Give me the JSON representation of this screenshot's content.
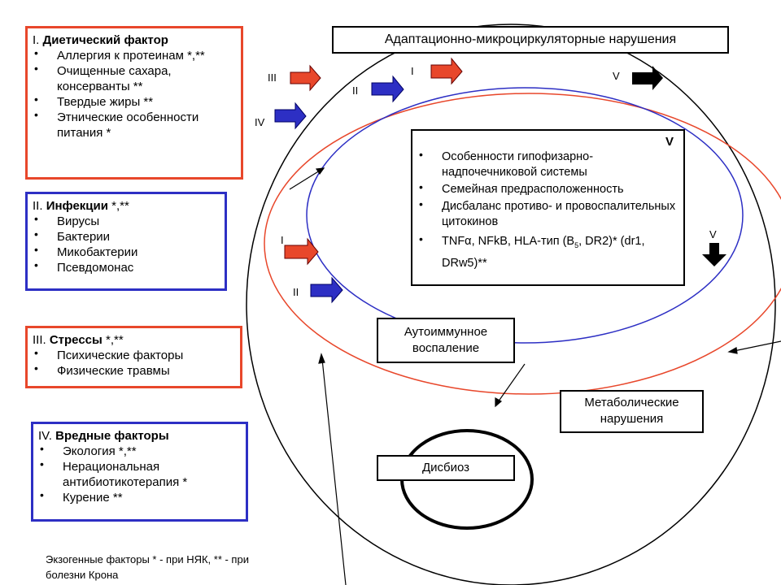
{
  "factors": [
    {
      "num": "I.",
      "title": "Диетический фактор",
      "suffix": "",
      "items": [
        "Аллергия к протеинам *,**",
        "Очищенные сахара, консерванты **",
        "Твердые жиры **",
        "Этнические особенности питания *"
      ]
    },
    {
      "num": "II.",
      "title": "Инфекции",
      "suffix": " *,**",
      "items": [
        "Вирусы",
        "Бактерии",
        "Микобактерии",
        "Псевдомонас"
      ]
    },
    {
      "num": "III.",
      "title": "Стрессы",
      "suffix": " *,**",
      "items": [
        "Психические факторы",
        "Физические травмы"
      ]
    },
    {
      "num": "IV.",
      "title": "Вредные факторы",
      "suffix": "",
      "items": [
        "Экология *,**",
        "Нерациональная антибиотикотерапия *",
        "Курение **"
      ]
    }
  ],
  "top_title": "Адаптационно-микроциркуляторные нарушения",
  "internal": {
    "num": "V",
    "items": [
      "Особенности гипофизарно-надпочечниковой системы",
      "Семейная предрасположенность",
      "Дисбаланс противо- и провоспалительных цитокинов"
    ],
    "last_item_pre": "TNFα, NFkB, HLA-тип (B",
    "last_item_sub": "5",
    "last_item_post": ", DR2)* (dr1, DRw5)**"
  },
  "nodes": {
    "autoimmune": "Аутоиммунное воспаление",
    "metabolic": "Метаболические нарушения",
    "dysbiosis": "Дисбиоз"
  },
  "arrow_labels": {
    "a1": "III",
    "a2": "II",
    "a3": "IV",
    "a4": "I",
    "a5": "V",
    "a6": "V",
    "a7": "I",
    "a8": "II"
  },
  "colors": {
    "red": "#e8472b",
    "blue": "#2d2fc4",
    "black": "#000000"
  },
  "footnote": "Экзогенные факторы * - при НЯК, ** - при болезни Крона"
}
